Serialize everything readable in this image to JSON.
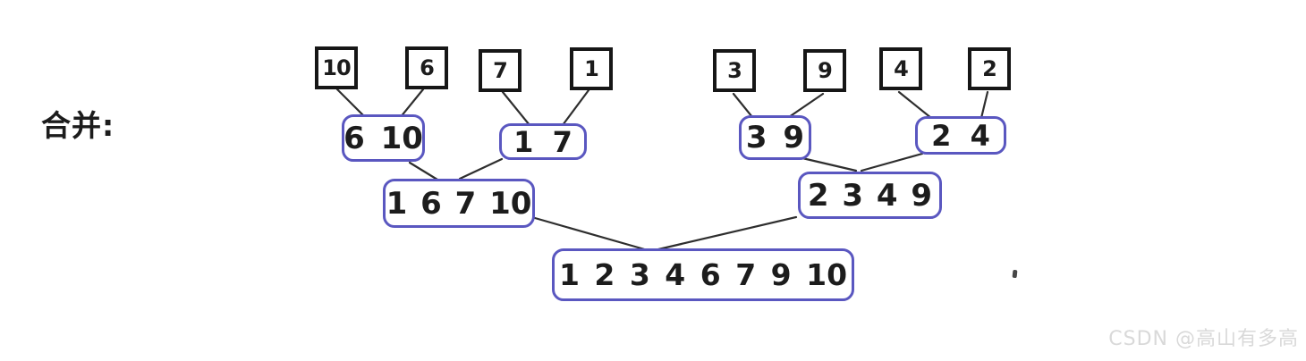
{
  "label": "合并:",
  "watermark": "CSDN @高山有多高",
  "tree": {
    "leaves": [
      "10",
      "6",
      "7",
      "1",
      "3",
      "9",
      "4",
      "2"
    ],
    "pairs": [
      "6 10",
      "1 7",
      "3 9",
      "2 4"
    ],
    "quads": [
      "1 6 7 10",
      "2 3 4 9"
    ],
    "root": "1 2 3 4 6 7 9 10"
  },
  "colors": {
    "leaf_border": "#161616",
    "merge_border": "#5a57c0",
    "line": "#2e2e2e",
    "text": "#1c1c1c",
    "watermark": "#d9d9d9",
    "background": "#ffffff"
  }
}
